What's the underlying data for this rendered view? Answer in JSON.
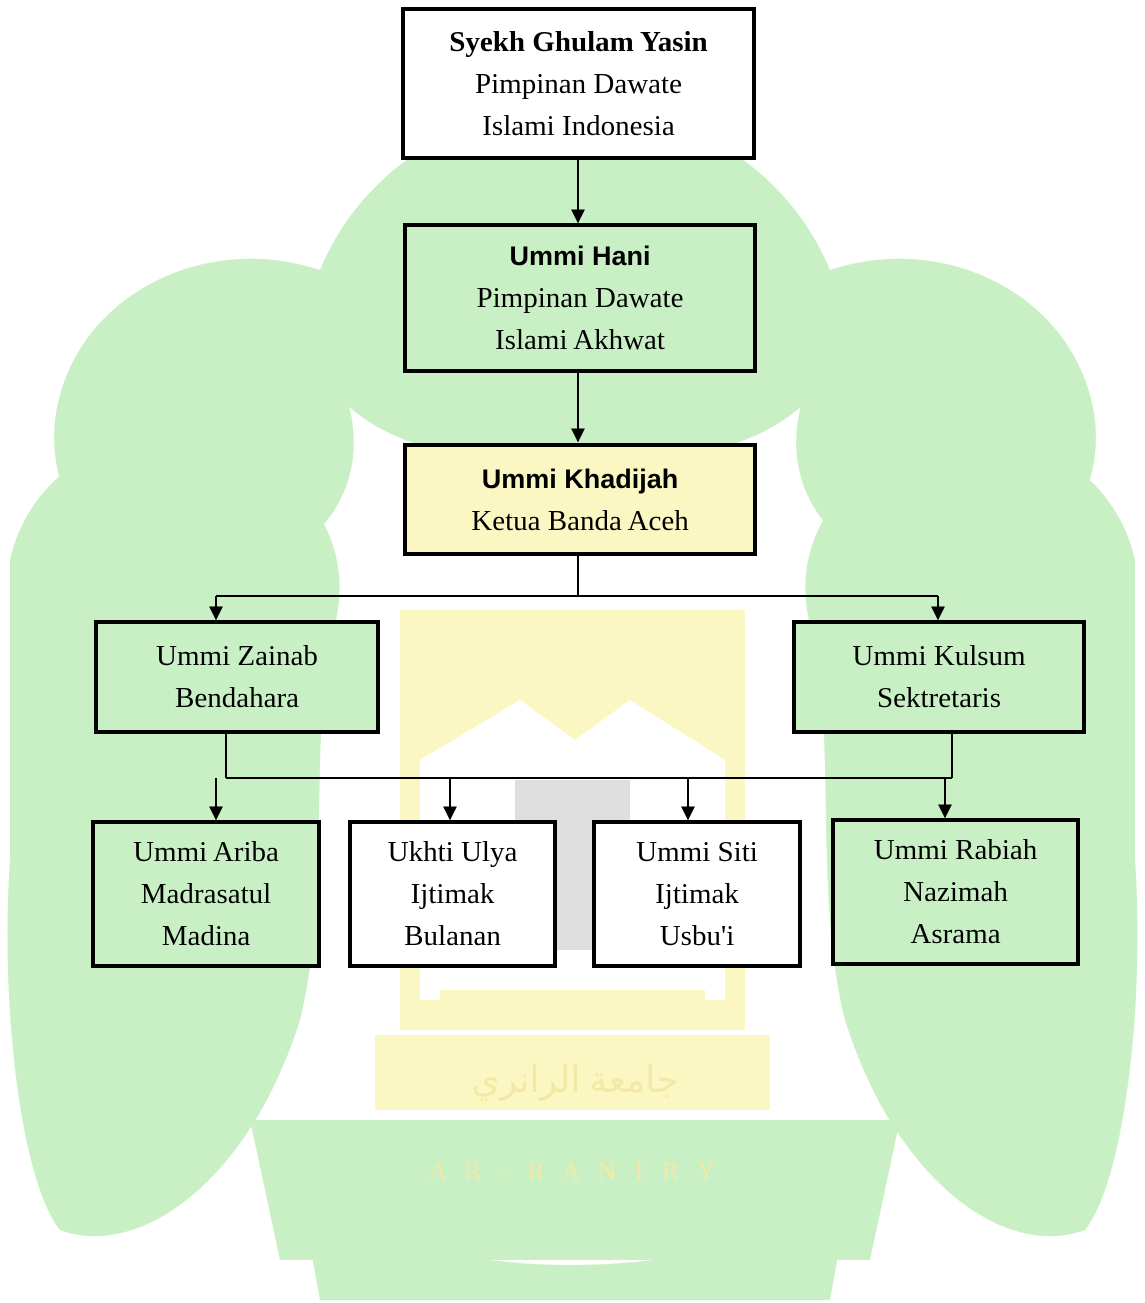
{
  "colors": {
    "box_line": "#000000",
    "watermark_green": "#c9efc5",
    "watermark_yellow": "#fbf7c3",
    "watermark_gray": "#dedede",
    "white": "#ffffff"
  },
  "watermark": {
    "arabic_text": "جامعة الرانري",
    "latin_text": "A R - R A N I R Y"
  },
  "nodes": {
    "top": {
      "name": "Syekh Ghulam Yasin",
      "lines": [
        "Pimpinan Dawate",
        "Islami Indonesia"
      ]
    },
    "level2": {
      "name": "Ummi Hani",
      "lines": [
        "Pimpinan Dawate",
        "Islami Akhwat"
      ]
    },
    "level3": {
      "name": "Ummi Khadijah",
      "lines": [
        "Ketua Banda Aceh"
      ]
    },
    "left": {
      "lines": [
        "Ummi Zainab",
        "Bendahara"
      ]
    },
    "right": {
      "lines": [
        "Ummi Kulsum",
        "Sektretaris"
      ]
    },
    "b1": {
      "lines": [
        "Ummi Ariba",
        "Madrasatul",
        "Madina"
      ]
    },
    "b2": {
      "lines": [
        "Ukhti Ulya",
        "Ijtimak",
        "Bulanan"
      ]
    },
    "b3": {
      "lines": [
        "Ummi Siti",
        "Ijtimak",
        "Usbu'i"
      ]
    },
    "b4": {
      "lines": [
        "Ummi Rabiah",
        "Nazimah",
        "Asrama"
      ]
    }
  }
}
